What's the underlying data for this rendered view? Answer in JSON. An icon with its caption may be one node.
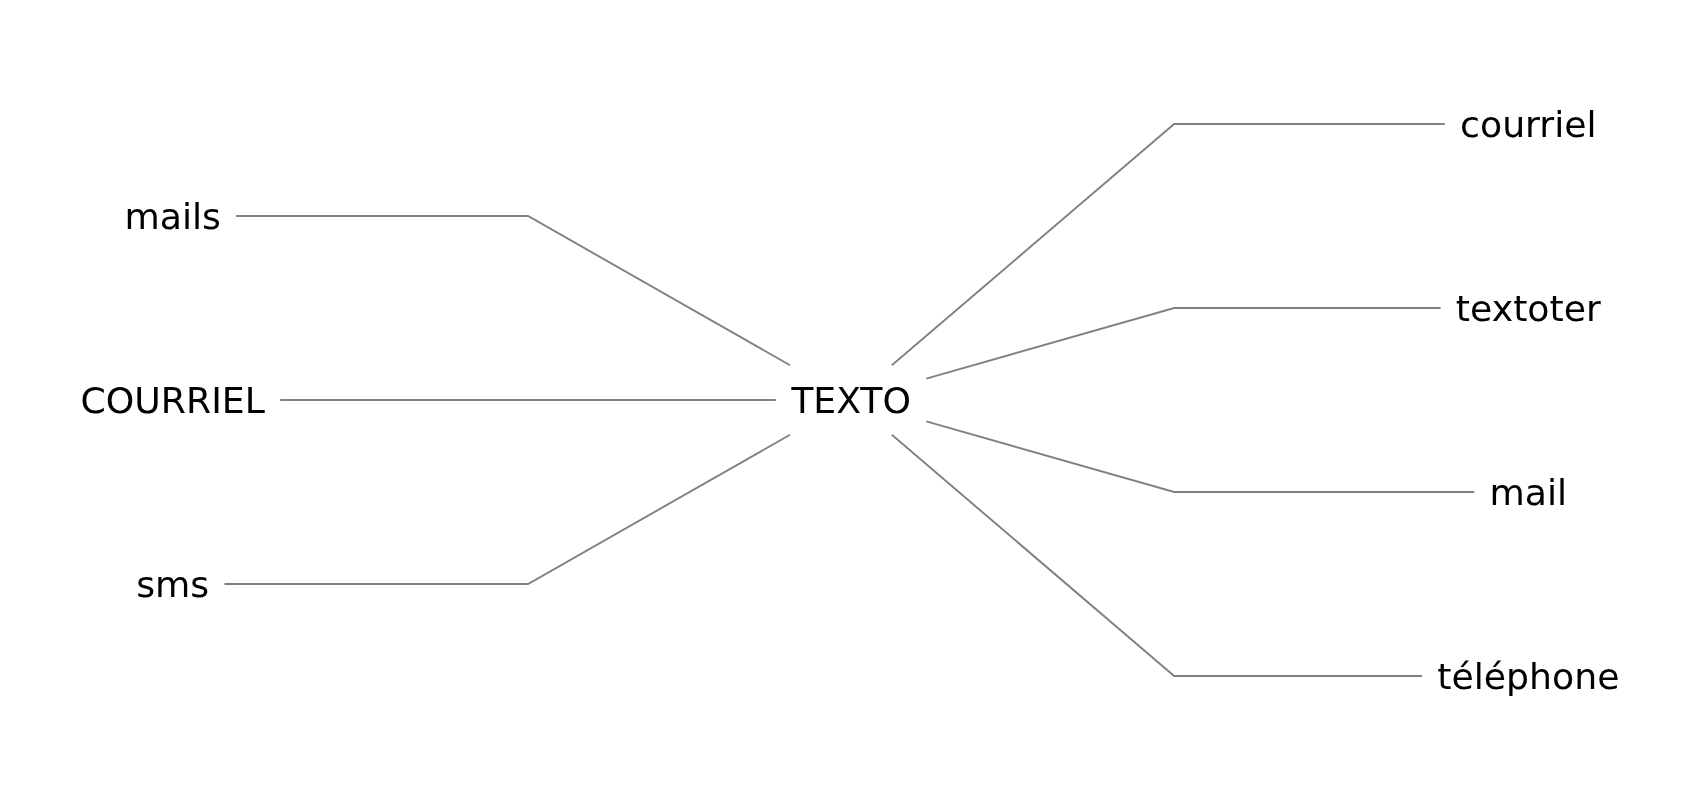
{
  "diagram": {
    "nodes": [
      {
        "text": [
          "TEXTO"
        ]
      },
      {
        "text": [
          "mails"
        ]
      },
      {
        "text": [
          "courriel"
        ]
      },
      {
        "text": [
          "textoter"
        ]
      },
      {
        "text": [
          "COURRIEL"
        ]
      },
      {
        "text": [
          "mail"
        ]
      },
      {
        "text": [
          "sms"
        ]
      },
      {
        "text": [
          "téléphone"
        ]
      }
    ],
    "edges": [
      {
        "from": 1,
        "to": 0,
        "arrow": "none"
      },
      {
        "from": 0,
        "to": 2,
        "arrow": "none"
      },
      {
        "from": 0,
        "to": 3,
        "arrow": "none"
      },
      {
        "from": 4,
        "to": 0,
        "arrow": "none"
      },
      {
        "from": 0,
        "to": 5,
        "arrow": "none"
      },
      {
        "from": 6,
        "to": 0,
        "arrow": "none"
      },
      {
        "from": 0,
        "to": 7,
        "arrow": "none"
      }
    ]
  }
}
